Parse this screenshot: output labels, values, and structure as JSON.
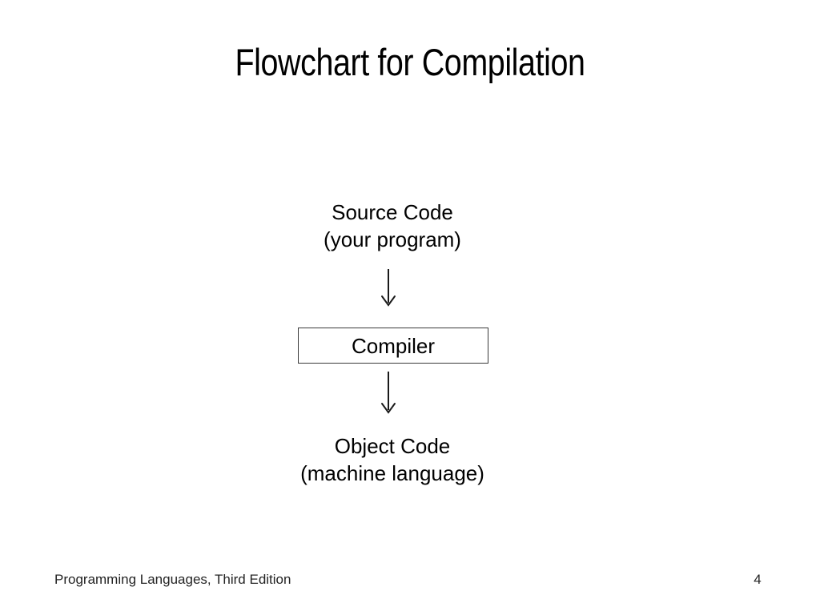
{
  "slide": {
    "title": "Flowchart for Compilation",
    "background_color": "#ffffff",
    "text_color": "#000000"
  },
  "diagram": {
    "type": "flowchart",
    "orientation": "top-to-bottom",
    "nodes": [
      {
        "id": "source-code",
        "shape": "text",
        "line1": "Source Code",
        "line2": "(your program)"
      },
      {
        "id": "compiler",
        "shape": "rectangle",
        "label": "Compiler",
        "border_color": "#3a3a3a"
      },
      {
        "id": "object-code",
        "shape": "text",
        "line1": "Object Code",
        "line2": "(machine language)"
      }
    ],
    "edges": [
      {
        "id": "edge-source-to-compiler",
        "from": "source-code",
        "to": "compiler",
        "style": "open-arrow-down"
      },
      {
        "id": "edge-compiler-to-object",
        "from": "compiler",
        "to": "object-code",
        "style": "open-arrow-down"
      }
    ]
  },
  "footer": {
    "book": "Programming Languages, Third Edition",
    "page_number": "4"
  }
}
